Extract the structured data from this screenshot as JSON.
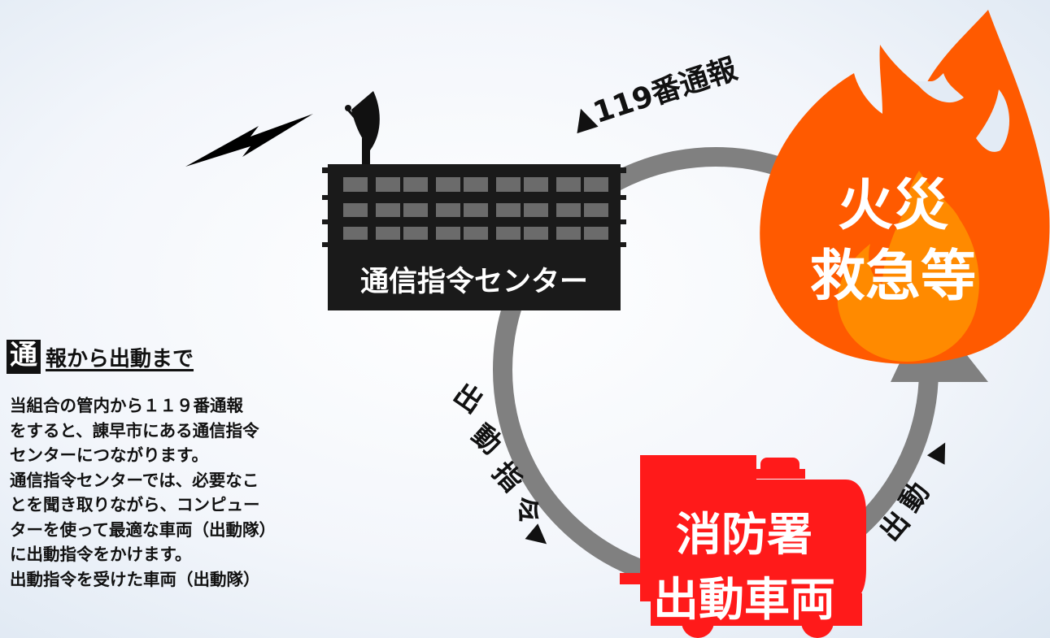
{
  "diagram": {
    "center_label": "通信指令センター",
    "fire_label_line1": "火災",
    "fire_label_line2": "救急等",
    "station_label_line1": "消防署",
    "station_label_line2": "出動車両",
    "arrow_top": "▲119番通報",
    "arrow_left": [
      "出",
      "動",
      "指",
      "令",
      "▶"
    ],
    "arrow_right": [
      "出",
      "動",
      "▶"
    ]
  },
  "section": {
    "heading_first": "通",
    "heading_rest": "報から出動まで",
    "lines": [
      "当組合の管内から１１９番通報",
      "をすると、諌早市にある通信指令",
      "センターにつながります。",
      "通信指令センターでは、必要なこ",
      "とを聞き取りながら、コンピュー",
      "ターを使って最適な車両（出動隊）",
      "に出動指令をかけます。",
      "出動指令を受けた車両（出動隊）"
    ]
  },
  "colors": {
    "fire_outer": "#ff5a00",
    "fire_inner": "#ff8a00",
    "truck": "#ff1a1a",
    "cycle_arrow": "#808080",
    "building": "#1a1a1a"
  }
}
